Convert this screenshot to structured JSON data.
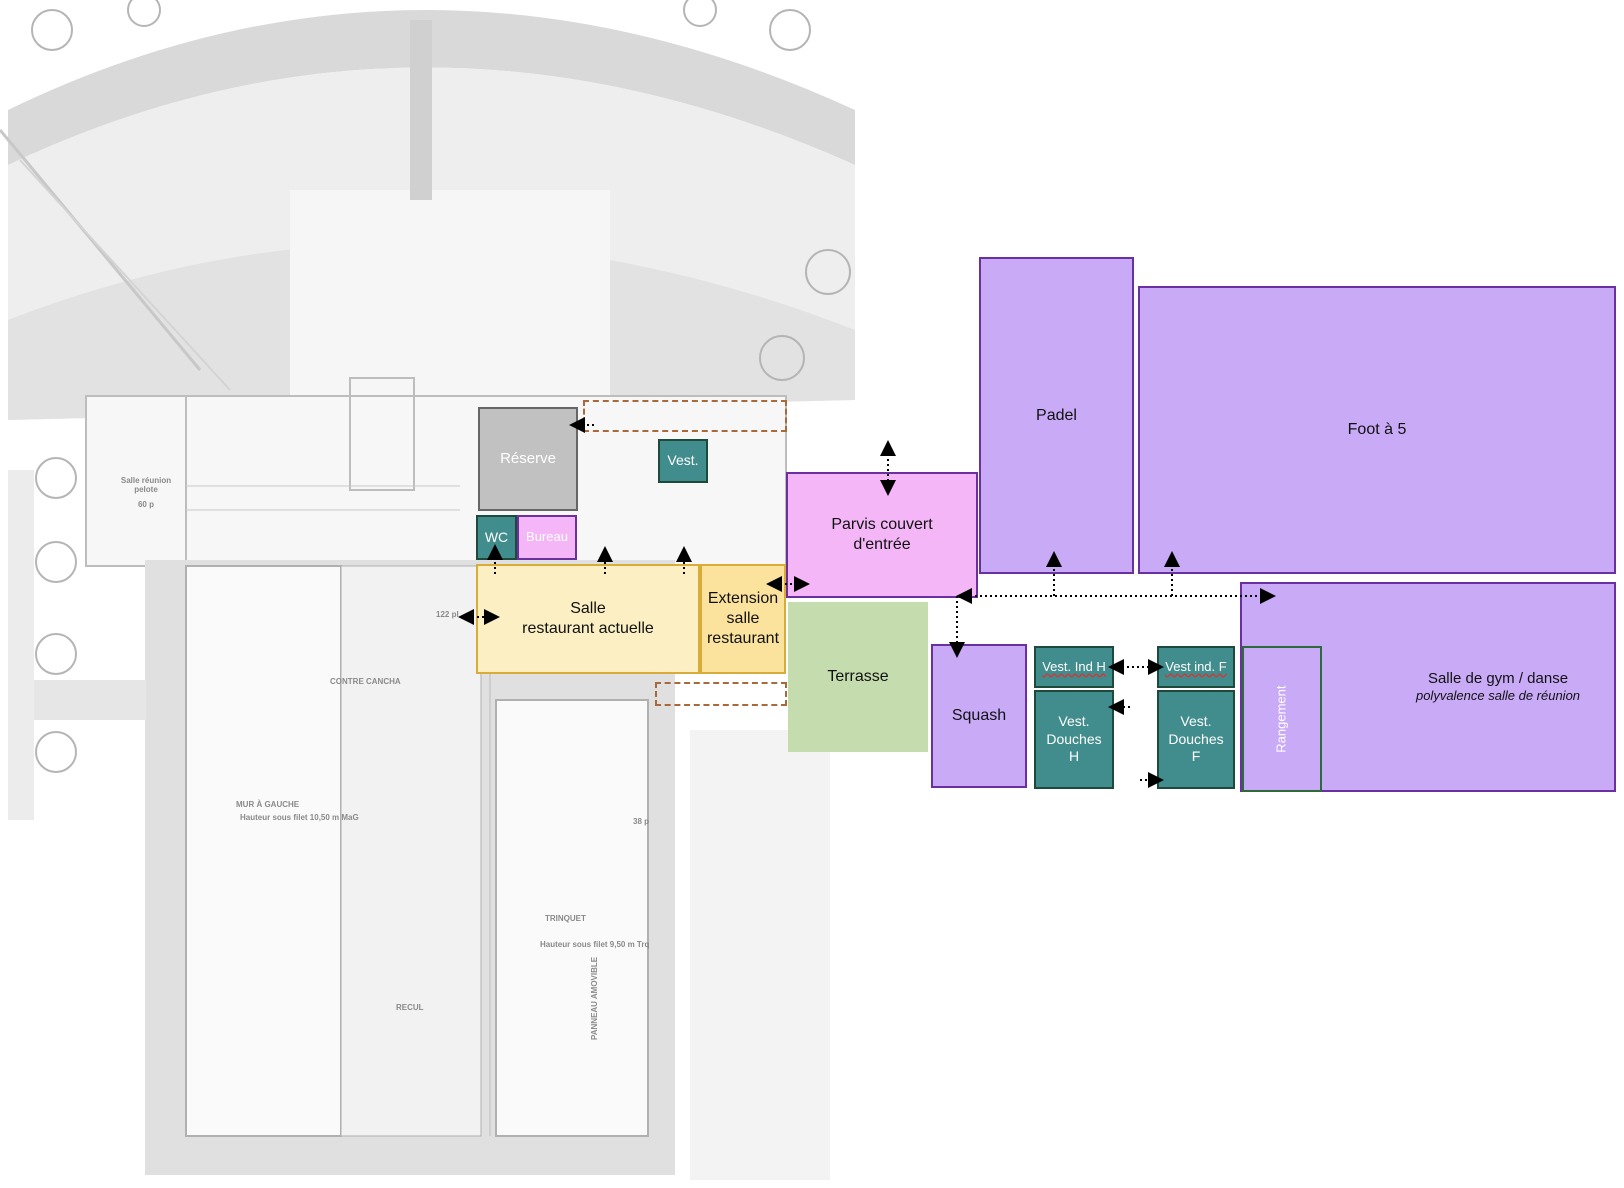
{
  "plan": {
    "labels": {
      "salle_reunion": "Salle réunion\npelote",
      "salle_reunion_cap": "60 p",
      "contre_cancha": "CONTRE CANCHA",
      "mur_a_gauche": "MUR À GAUCHE",
      "mur_hauteur": "Hauteur sous filet 10,50 m MaG",
      "trinquet": "TRINQUET",
      "trinquet_hauteur": "Hauteur sous filet 9,50 m Trq",
      "recul": "RECUL",
      "panneau": "PANNEAU AMOVIBLE",
      "cap_122": "122 pl",
      "cap_38": "38 p"
    }
  },
  "rooms": {
    "reserve": "Réserve",
    "vest": "Vest.",
    "wc": "WC",
    "bureau": "Bureau",
    "salle_restaurant": [
      "Salle",
      "restaurant actuelle"
    ],
    "extension": [
      "Extension",
      "salle",
      "restaurant"
    ],
    "parvis": [
      "Parvis couvert",
      "d'entrée"
    ],
    "terrasse": "Terrasse",
    "padel": "Padel",
    "foot": "Foot à 5",
    "squash": "Squash",
    "vest_ind_h": "Vest. Ind H",
    "vest_ind_f": "Vest ind. F",
    "vest_douches_h": [
      "Vest.",
      "Douches",
      "H"
    ],
    "vest_douches_f": [
      "Vest.",
      "Douches",
      "F"
    ],
    "rangement": "Rangement",
    "gym": "Salle de gym / danse",
    "gym_sub": "polyvalence salle de réunion"
  },
  "colors": {
    "purple_fill": "#c9aaf7",
    "pink_fill": "#f4b6f7",
    "teal_fill": "#418c8c",
    "cream_fill": "#fbefc3",
    "yellow_fill": "#fbe39e",
    "grey_fill": "#c2c1c2",
    "green_fill": "#c5dcae",
    "border_purple": "#6b2fa0"
  }
}
